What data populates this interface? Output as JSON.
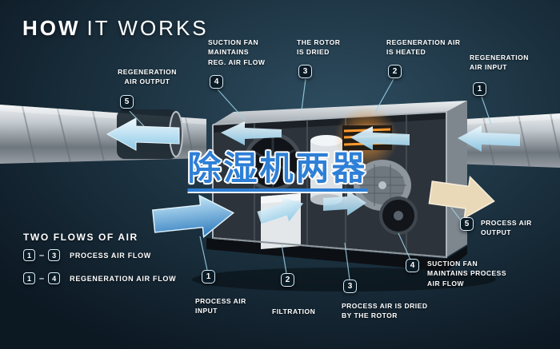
{
  "title": {
    "bold": "HOW",
    "light": "IT WORKS"
  },
  "watermark": {
    "text": "除湿机两器"
  },
  "callouts": {
    "reg_air_output": {
      "num": "5",
      "label": "REGENERATION\nAIR OUTPUT"
    },
    "suction_fan_reg": {
      "num": "4",
      "label": "SUCTION FAN\nMAINTAINS\nREG. AIR FLOW"
    },
    "rotor_dried": {
      "num": "3",
      "label": "THE ROTOR\nIS DRIED"
    },
    "reg_air_heated": {
      "num": "2",
      "label": "REGENERATION AIR\nIS HEATED"
    },
    "reg_air_input": {
      "num": "1",
      "label": "REGENERATION\nAIR INPUT"
    },
    "process_air_output": {
      "num": "5",
      "label": "PROCESS AIR\nOUTPUT"
    },
    "suction_fan_process": {
      "num": "4",
      "label": "SUCTION FAN\nMAINTAINS PROCESS\nAIR FLOW"
    },
    "process_air_dried": {
      "num": "3",
      "label": "PROCESS AIR IS DRIED\nBY THE ROTOR"
    },
    "filtration": {
      "num": "2",
      "label": "FILTRATION"
    },
    "process_air_input": {
      "num": "1",
      "label": "PROCESS AIR\nINPUT"
    }
  },
  "legend": {
    "title": "TWO FLOWS OF AIR",
    "sep": "–",
    "items": [
      {
        "from": "1",
        "to": "3",
        "label": "PROCESS AIR FLOW"
      },
      {
        "from": "1",
        "to": "4",
        "label": "REGENERATION AIR FLOW"
      }
    ]
  },
  "colors": {
    "background": "#1a2f3d",
    "accent_cyan": "#aadcf2",
    "process_blue": "#2c79bd",
    "output_tan": "#ead9b8",
    "heater_orange": "#ff9a2e",
    "watermark_blue": "#2e7fd6"
  }
}
